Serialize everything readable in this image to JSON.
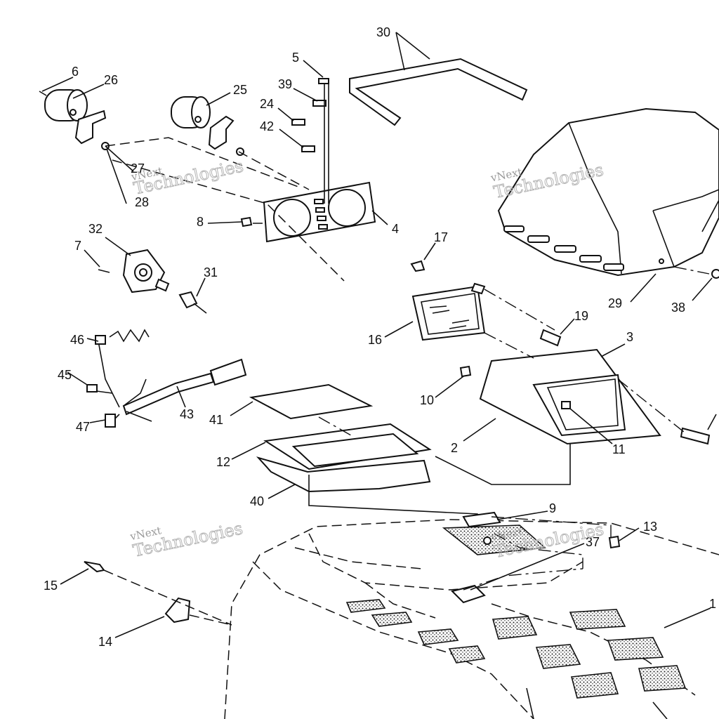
{
  "diagram": {
    "labels": [
      "1",
      "2",
      "3",
      "4",
      "5",
      "6",
      "7",
      "8",
      "9",
      "10",
      "11",
      "12",
      "13",
      "14",
      "15",
      "16",
      "17",
      "19",
      "24",
      "25",
      "26",
      "27",
      "28",
      "29",
      "30",
      "31",
      "32",
      "37",
      "38",
      "39",
      "40",
      "41",
      "42",
      "43",
      "45",
      "46",
      "47"
    ],
    "watermark_line1": "vNext",
    "watermark_line2": "Technologies"
  }
}
